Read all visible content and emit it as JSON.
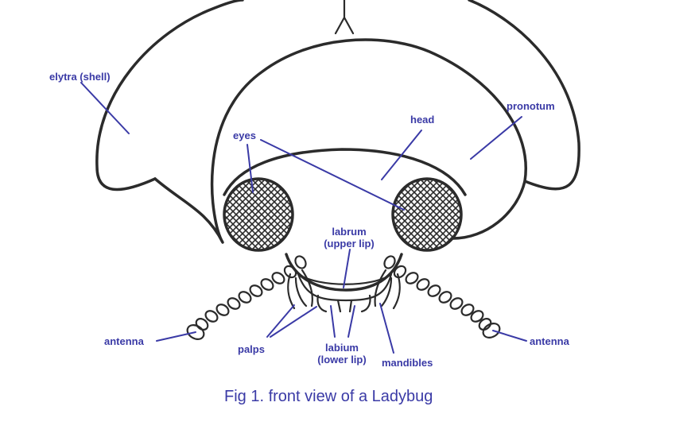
{
  "labels": {
    "elytra": "elytra (shell)",
    "pronotum": "pronotum",
    "head": "head",
    "eyes": "eyes",
    "labrum_line1": "labrum",
    "labrum_line2": "(upper lip)",
    "antenna_left": "antenna",
    "antenna_right": "antenna",
    "palps": "palps",
    "labium_line1": "labium",
    "labium_line2": "(lower lip)",
    "mandibles": "mandibles"
  },
  "caption": "Fig 1. front view of a Ladybug",
  "colors": {
    "label": "#3a3aa6",
    "ink": "#2b2b2b",
    "background": "#ffffff"
  }
}
